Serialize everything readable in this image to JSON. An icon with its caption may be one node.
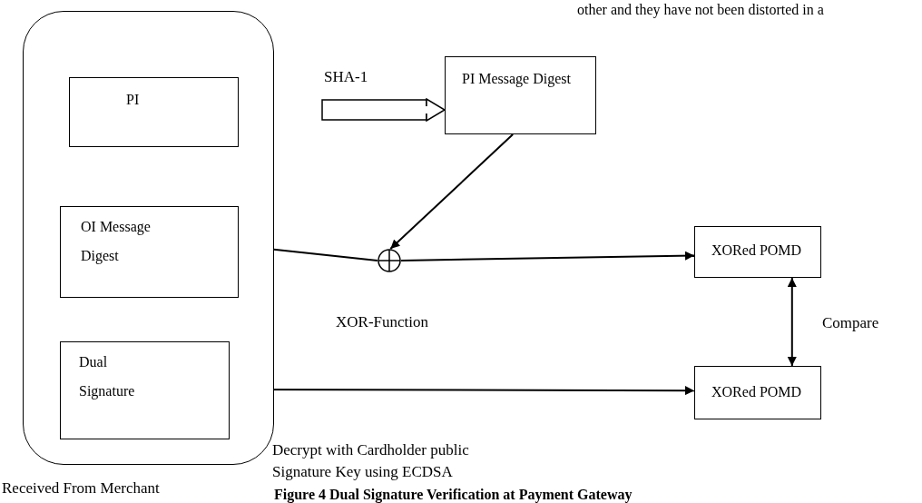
{
  "diagram": {
    "caption": "Figure 4 Dual Signature Verification at Payment Gateway",
    "nodes": [
      {
        "text": [],
        "shape": "box",
        "beside": [
          "Received From Merchant"
        ]
      },
      {
        "text": [
          "PI"
        ],
        "in": 0
      },
      {
        "text": [
          "OI Message Digest"
        ],
        "in": 0
      },
      {
        "text": [
          "Dual Signature"
        ],
        "in": 0
      },
      {
        "text": [
          "PI Message Digest"
        ]
      },
      {
        "text": [],
        "shape": "circle",
        "beside": [
          "XOR-Function"
        ]
      },
      {
        "text": [
          "XORed POMD"
        ]
      },
      {
        "text": [
          "XORed POMD"
        ]
      }
    ],
    "edges": [
      {
        "from": null,
        "to": 4,
        "arrow": "to",
        "label": "SHA-1"
      },
      {
        "from": 4,
        "to": 5,
        "arrow": "to"
      },
      {
        "from": 2,
        "to": 5,
        "arrow": "none"
      },
      {
        "from": 5,
        "to": 6,
        "arrow": "to"
      },
      {
        "from": 3,
        "to": 7,
        "arrow": "to"
      },
      {
        "from": 7,
        "to": 6,
        "arrow": "both",
        "label": "Compare"
      }
    ],
    "labels": [
      "other and they have not been distorted in a",
      "Decrypt with Cardholder public Signature Key using ECDSA"
    ]
  }
}
